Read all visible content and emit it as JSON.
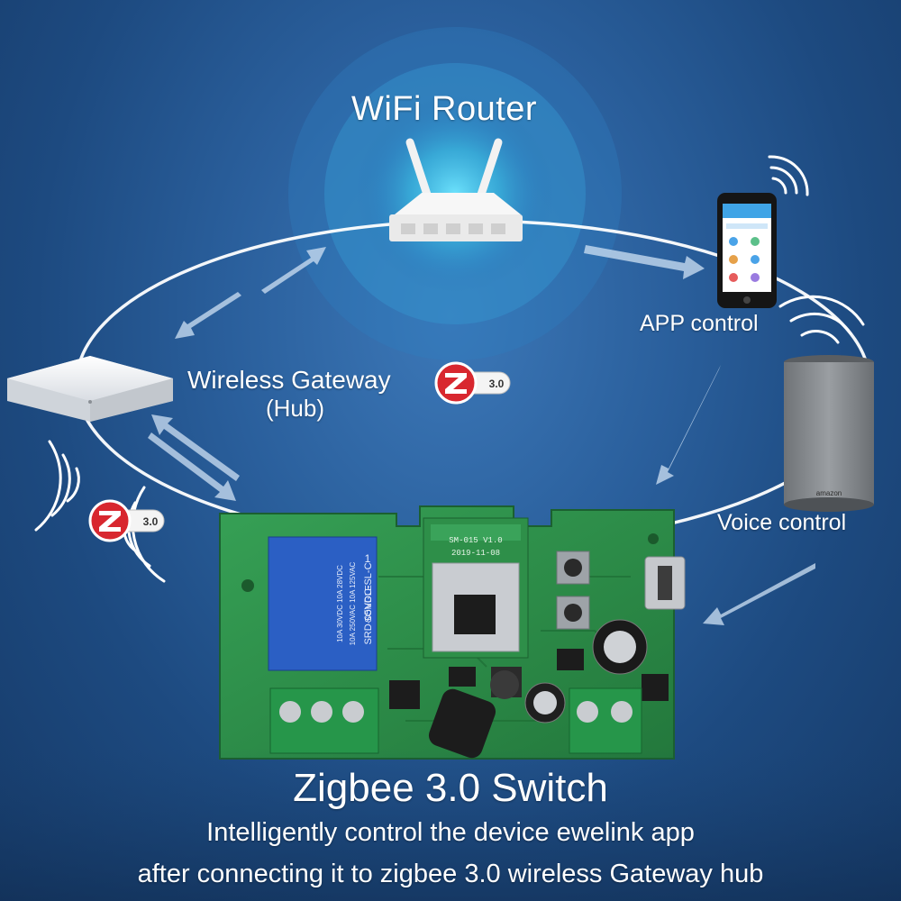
{
  "labels": {
    "router": "WiFi Router",
    "app": "APP control",
    "gateway_line1": "Wireless Gateway",
    "gateway_line2": "(Hub)",
    "voice": "Voice control"
  },
  "badge": {
    "version": "3.0"
  },
  "board": {
    "module_model": "SM-015 V1.0",
    "module_date": "2019-11-08",
    "relay_line1": "SRD-05VDC-SL-C",
    "relay_line2": "10A 250VAC  10A 125VAC",
    "relay_line3": "10A 30VDC  10A 28VDC",
    "relay_brand": "SONGLE",
    "relay_num": "1"
  },
  "speaker": {
    "brand": "amazon"
  },
  "caption": {
    "title": "Zigbee 3.0 Switch",
    "line1": "Intelligently control the device ewelink app",
    "line2": "after connecting it to zigbee 3.0 wireless Gateway hub"
  },
  "colors": {
    "background": "#1d4a80",
    "pcb": "#2c8a45",
    "zigbee_red": "#d8272f",
    "router_glow": "#4fd0ee",
    "text": "#ffffff"
  }
}
